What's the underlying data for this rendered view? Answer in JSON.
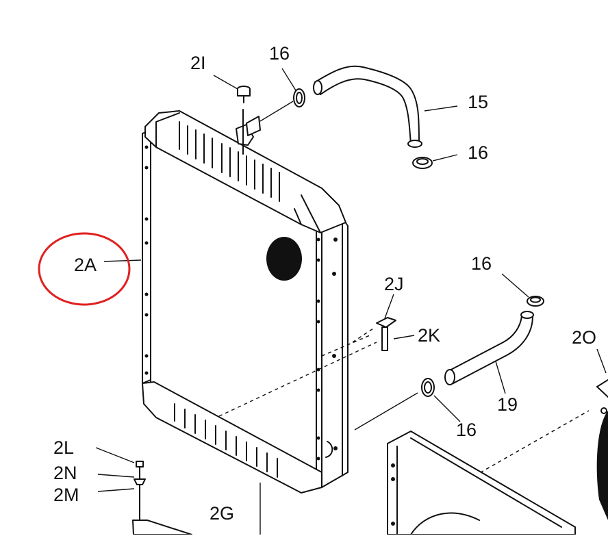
{
  "labels": {
    "l_2I": "2I",
    "l_16_top": "16",
    "l_15": "15",
    "l_16_hose": "16",
    "l_2A": "2A",
    "l_16_mid": "16",
    "l_2J": "2J",
    "l_2K": "2K",
    "l_2O": "2O",
    "l_19": "19",
    "l_16_low": "16",
    "l_2L": "2L",
    "l_2N": "2N",
    "l_2M": "2M",
    "l_2G": "2G"
  },
  "highlight": {
    "target": "2A",
    "color": "#e02020"
  },
  "colors": {
    "line": "#111111",
    "background": "#ffffff"
  }
}
